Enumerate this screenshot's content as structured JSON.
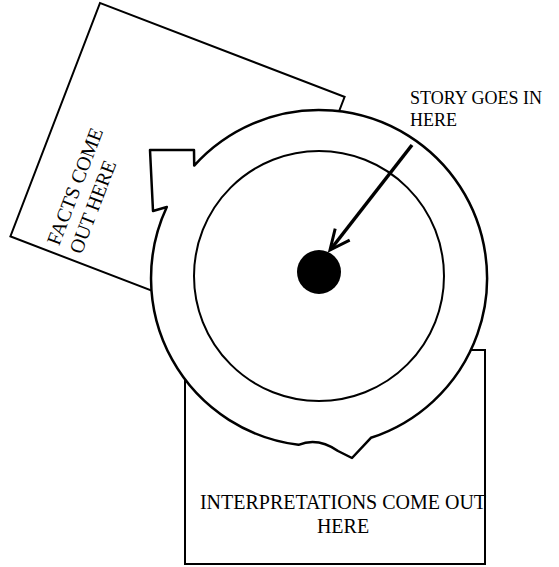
{
  "diagram": {
    "nodes": [
      {
        "text": [
          "FACTS COME OUT HERE"
        ]
      },
      {
        "text": [
          "INTERPRETATIONS COME OUT HERE"
        ]
      }
    ],
    "labels": [
      "STORY GOES IN HERE"
    ]
  }
}
